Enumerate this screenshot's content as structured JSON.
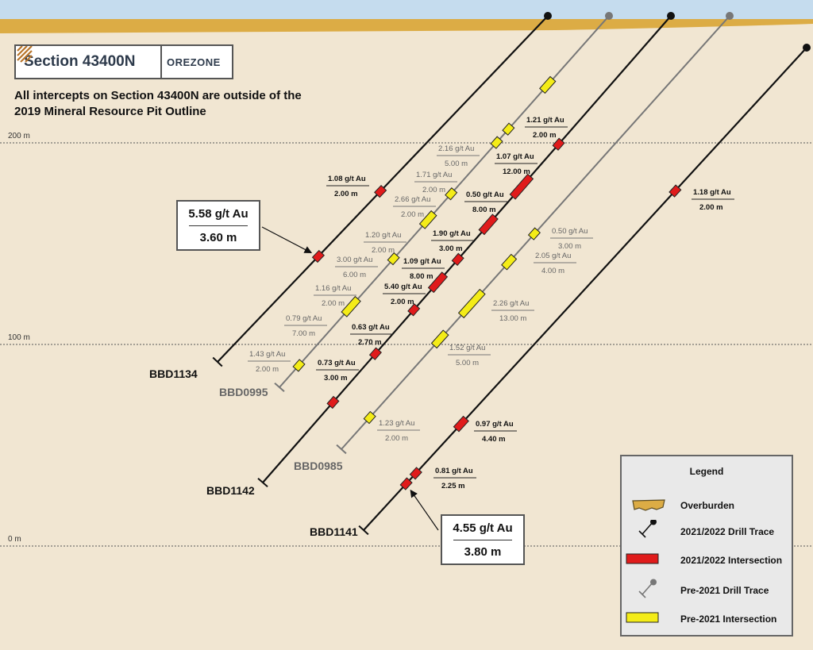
{
  "title": "Section 43400N",
  "logo_text": "OREZONE",
  "note": "All intercepts on Section 43400N are outside of the 2019 Mineral Resource Pit Outline",
  "elevations": [
    {
      "label": "200 m",
      "value": 200
    },
    {
      "label": "100 m",
      "value": 100
    },
    {
      "label": "0 m",
      "value": 0
    }
  ],
  "colors": {
    "background": "#f1e6d2",
    "sky": "#c5dcee",
    "overburden": "#dcac45",
    "new_trace": "#111111",
    "old_trace": "#777777",
    "new_intersection": "#e01b1b",
    "old_intersection": "#f4ec17",
    "old_label": "#666666"
  },
  "holes": [
    {
      "id": "BBD1134",
      "era": "2021/2022"
    },
    {
      "id": "BBD0995",
      "era": "Pre-2021"
    },
    {
      "id": "BBD1142",
      "era": "2021/2022"
    },
    {
      "id": "BBD0985",
      "era": "Pre-2021"
    },
    {
      "id": "BBD1141",
      "era": "2021/2022"
    }
  ],
  "intercepts": [
    {
      "hole": "BBD1134",
      "grade": "1.08 g/t Au",
      "length": "2.00 m"
    },
    {
      "hole": "BBD0995",
      "grade": "2.16 g/t Au",
      "length": "5.00 m"
    },
    {
      "hole": "BBD0995",
      "grade": "1.71 g/t Au",
      "length": "2.00 m"
    },
    {
      "hole": "BBD0995",
      "grade": "2.66 g/t Au",
      "length": "2.00 m"
    },
    {
      "hole": "BBD0995",
      "grade": "1.20 g/t Au",
      "length": "2.00 m"
    },
    {
      "hole": "BBD0995",
      "grade": "3.00 g/t Au",
      "length": "6.00 m"
    },
    {
      "hole": "BBD0995",
      "grade": "1.16 g/t Au",
      "length": "2.00 m"
    },
    {
      "hole": "BBD0995",
      "grade": "0.79 g/t Au",
      "length": "7.00 m"
    },
    {
      "hole": "BBD0995",
      "grade": "1.43 g/t Au",
      "length": "2.00 m"
    },
    {
      "hole": "BBD1142",
      "grade": "1.21 g/t Au",
      "length": "2.00 m"
    },
    {
      "hole": "BBD1142",
      "grade": "1.07 g/t Au",
      "length": "12.00 m"
    },
    {
      "hole": "BBD1142",
      "grade": "0.50 g/t Au",
      "length": "8.00 m"
    },
    {
      "hole": "BBD1142",
      "grade": "1.90 g/t Au",
      "length": "3.00 m"
    },
    {
      "hole": "BBD1142",
      "grade": "1.09 g/t Au",
      "length": "8.00 m"
    },
    {
      "hole": "BBD1142",
      "grade": "5.40 g/t Au",
      "length": "2.00 m"
    },
    {
      "hole": "BBD1142",
      "grade": "0.63 g/t Au",
      "length": "2.70 m"
    },
    {
      "hole": "BBD1142",
      "grade": "0.73 g/t Au",
      "length": "3.00 m"
    },
    {
      "hole": "BBD0985",
      "grade": "0.50 g/t Au",
      "length": "3.00 m"
    },
    {
      "hole": "BBD0985",
      "grade": "2.05 g/t Au",
      "length": "4.00 m"
    },
    {
      "hole": "BBD0985",
      "grade": "2.26 g/t Au",
      "length": "13.00 m"
    },
    {
      "hole": "BBD0985",
      "grade": "1.52 g/t Au",
      "length": "5.00 m"
    },
    {
      "hole": "BBD0985",
      "grade": "1.23 g/t Au",
      "length": "2.00 m"
    },
    {
      "hole": "BBD1141",
      "grade": "1.18 g/t Au",
      "length": "2.00 m"
    },
    {
      "hole": "BBD1141",
      "grade": "0.97 g/t Au",
      "length": "4.40 m"
    },
    {
      "hole": "BBD1141",
      "grade": "0.81 g/t Au",
      "length": "2.25 m"
    }
  ],
  "callouts": [
    {
      "hole": "BBD1134",
      "grade": "5.58 g/t Au",
      "length": "3.60 m"
    },
    {
      "hole": "BBD1141",
      "grade": "4.55 g/t Au",
      "length": "3.80 m"
    }
  ],
  "legend": {
    "title": "Legend",
    "items": [
      {
        "label": "Overburden",
        "symbol": "overburden-swatch"
      },
      {
        "label": "2021/2022 Drill Trace",
        "symbol": "drill-trace-icon"
      },
      {
        "label": "2021/2022 Intersection",
        "symbol": "red-bar-swatch"
      },
      {
        "label": "Pre-2021 Drill Trace",
        "symbol": "drill-trace-icon"
      },
      {
        "label": "Pre-2021 Intersection",
        "symbol": "yellow-bar-swatch"
      }
    ]
  }
}
